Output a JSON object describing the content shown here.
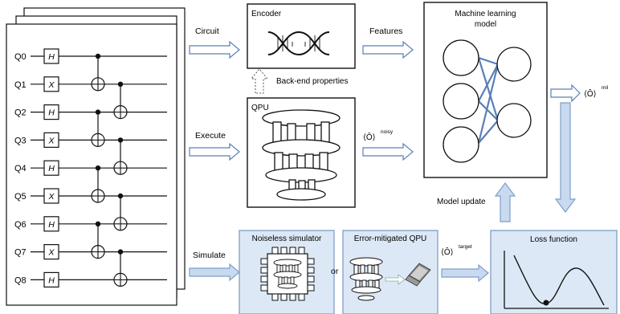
{
  "circuit": {
    "qubits": [
      "Q0",
      "Q1",
      "Q2",
      "Q3",
      "Q4",
      "Q5",
      "Q6",
      "Q7",
      "Q8"
    ],
    "gates": [
      "H",
      "X",
      "H",
      "X",
      "H",
      "X",
      "H",
      "X",
      "H"
    ]
  },
  "labels": {
    "circuit": "Circuit",
    "execute": "Execute",
    "simulate": "Simulate",
    "features": "Features",
    "backend": "Back-end properties",
    "model_update": "Model update",
    "or": "or"
  },
  "boxes": {
    "encoder": "Encoder",
    "qpu": "QPU",
    "ml_line1": "Machine learning",
    "ml_line2": "model",
    "noiseless": "Noiseless simulator",
    "mitigated": "Error-mitigated QPU",
    "loss": "Loss function"
  },
  "observables": {
    "base": "⟨Ô⟩",
    "noisy": "noisy",
    "ml": "mil",
    "target": "target"
  },
  "colors": {
    "light_blue_fill": "#dce8f5",
    "blue_stroke": "#7f9ec8",
    "network_line": "#5b7fb5",
    "arrow_fill_light": "#c8daef",
    "line": "#111111"
  }
}
